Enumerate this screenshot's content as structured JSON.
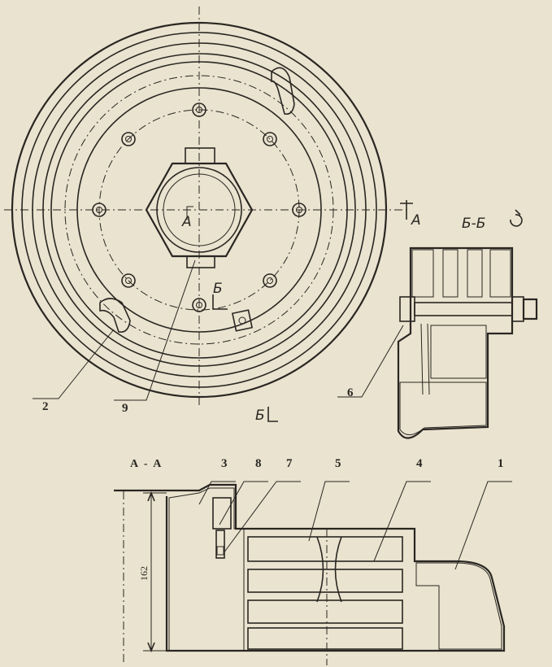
{
  "figure": {
    "section_aa_title": "A - A",
    "section_bb_title": "Б-Б",
    "section_a_mark": "А",
    "section_b_mark_top": "Б",
    "section_b_mark_bottom": "Б",
    "center_label": "А",
    "dimension_height": "162",
    "part_labels": [
      "1",
      "2",
      "3",
      "4",
      "5",
      "6",
      "7",
      "8",
      "9"
    ]
  },
  "colors": {
    "paper": "#e9e3cf",
    "ink": "#2a2622"
  }
}
